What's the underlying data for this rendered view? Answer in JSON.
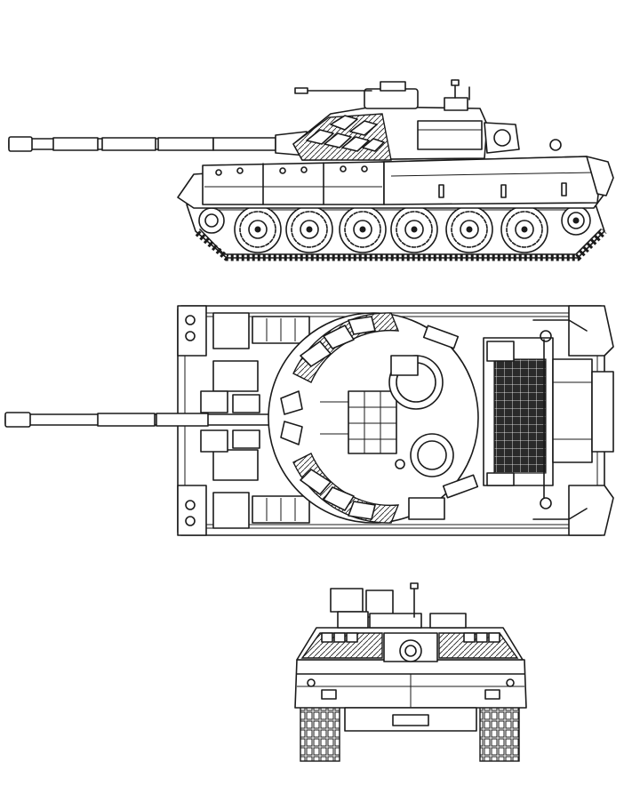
{
  "drawing": {
    "views": [
      "side-view",
      "top-view",
      "front-view"
    ],
    "subject": "main-battle-tank",
    "line_color": "#1a1a1a",
    "background": "#ffffff"
  }
}
